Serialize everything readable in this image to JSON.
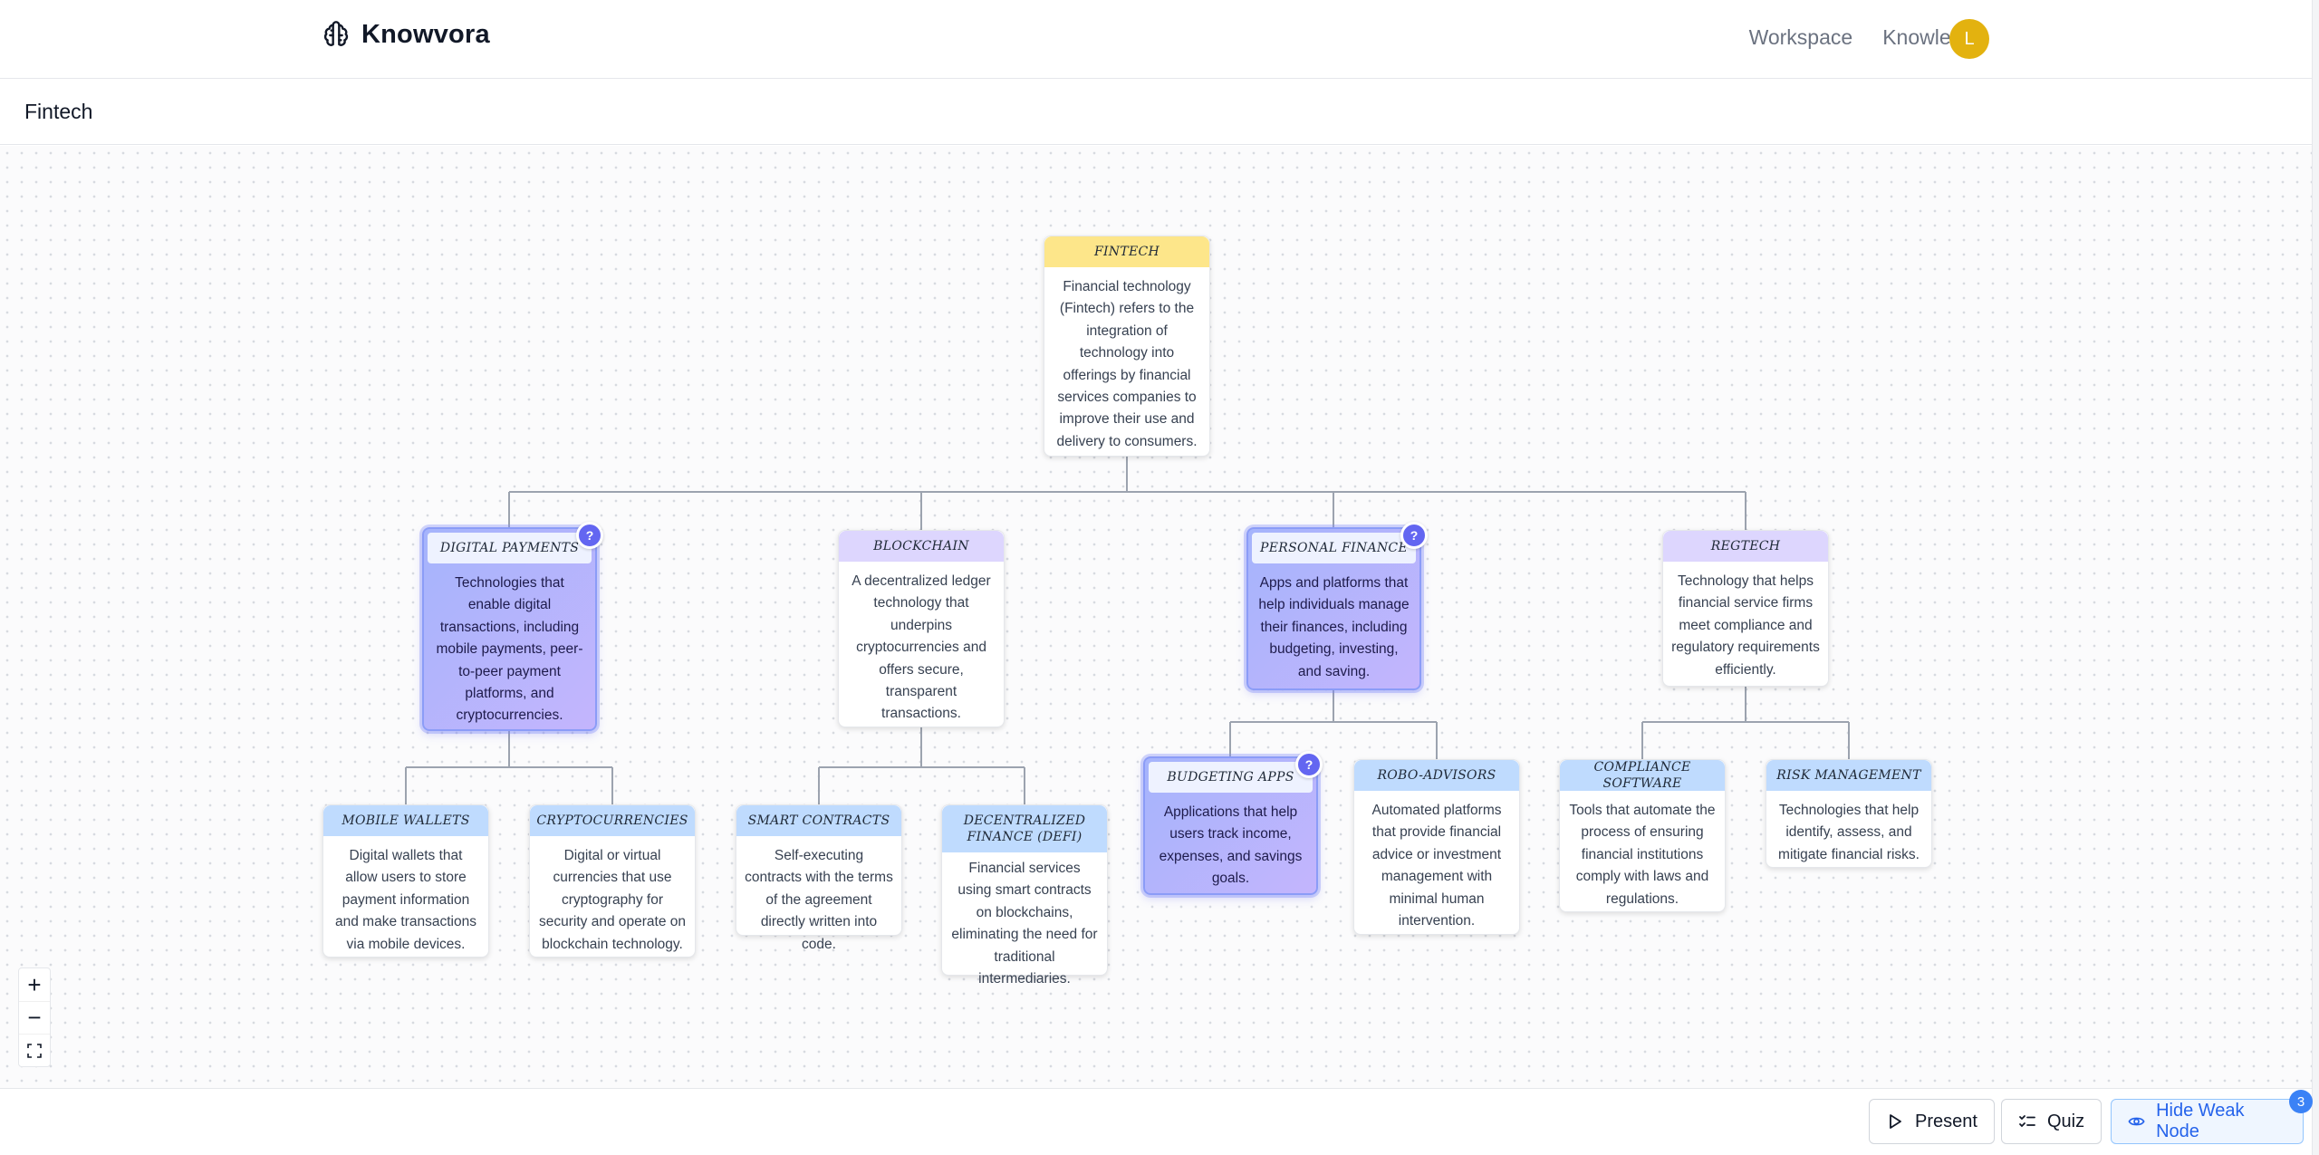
{
  "app": {
    "name": "Knowvora"
  },
  "nav": {
    "workspace": "Workspace",
    "knowledge": "Knowledge"
  },
  "user": {
    "initial": "L"
  },
  "page": {
    "title": "Fintech"
  },
  "nodes": {
    "root": {
      "title": "FINTECH",
      "text": "Financial technology (Fintech) refers to the integration of technology into offerings by financial services companies to improve their use and delivery to consumers."
    },
    "digital_payments": {
      "title": "DIGITAL PAYMENTS",
      "text": "Technologies that enable digital transactions, including mobile payments, peer-to-peer payment platforms, and cryptocurrencies."
    },
    "blockchain": {
      "title": "BLOCKCHAIN",
      "text": "A decentralized ledger technology that underpins cryptocurrencies and offers secure, transparent transactions."
    },
    "personal_finance": {
      "title": "PERSONAL FINANCE",
      "text": "Apps and platforms that help individuals manage their finances, including budgeting, investing, and saving."
    },
    "regtech": {
      "title": "REGTECH",
      "text": "Technology that helps financial service firms meet compliance and regulatory requirements efficiently."
    },
    "mobile_wallets": {
      "title": "MOBILE WALLETS",
      "text": "Digital wallets that allow users to store payment information and make transactions via mobile devices."
    },
    "cryptocurrencies": {
      "title": "CRYPTOCURRENCIES",
      "text": "Digital or virtual currencies that use cryptography for security and operate on blockchain technology."
    },
    "smart_contracts": {
      "title": "SMART CONTRACTS",
      "text": "Self-executing contracts with the terms of the agreement directly written into code."
    },
    "defi": {
      "title": "DECENTRALIZED FINANCE (DEFI)",
      "text": "Financial services using smart contracts on blockchains, eliminating the need for traditional intermediaries."
    },
    "budgeting_apps": {
      "title": "BUDGETING APPS",
      "text": "Applications that help users track income, expenses, and savings goals."
    },
    "robo_advisors": {
      "title": "ROBO-ADVISORS",
      "text": "Automated platforms that provide financial advice or investment management with minimal human intervention."
    },
    "compliance_software": {
      "title": "COMPLIANCE SOFTWARE",
      "text": "Tools that automate the process of ensuring financial institutions comply with laws and regulations."
    },
    "risk_management": {
      "title": "RISK MANAGEMENT",
      "text": "Technologies that help identify, assess, and mitigate financial risks."
    }
  },
  "badges": {
    "weak_marker": "?"
  },
  "zoom": {
    "in": "+",
    "out": "−"
  },
  "actions": {
    "present": "Present",
    "quiz": "Quiz",
    "hide_weak": "Hide Weak Node",
    "weak_count": "3"
  },
  "colors": {
    "yellow_header": "#fde68a",
    "purple_header": "#ddd6fe",
    "blue_header": "#bfdbfe",
    "weak_gradient_start": "#a5b4fc",
    "weak_gradient_end": "#c4b5fd",
    "accent": "#6366f1",
    "avatar": "#e3b20f"
  }
}
